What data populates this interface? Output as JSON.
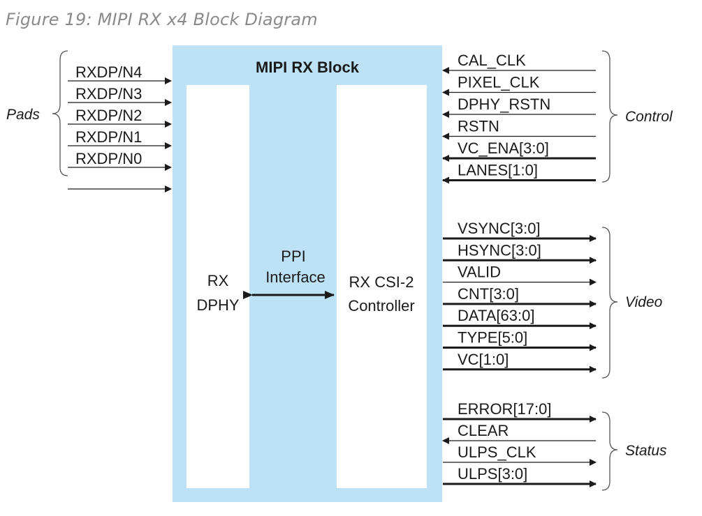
{
  "title": "Figure 19: MIPI RX x4 Block Diagram",
  "block_title": "MIPI RX Block",
  "dphy": {
    "line1": "RX",
    "line2": "DPHY"
  },
  "ppi": {
    "line1": "PPI",
    "line2": "Interface"
  },
  "csi": {
    "line1": "RX CSI-2",
    "line2": "Controller"
  },
  "groups": {
    "pads": "Pads",
    "control": "Control",
    "video": "Video",
    "status": "Status"
  },
  "pads": [
    "RXDP/N4",
    "RXDP/N3",
    "RXDP/N2",
    "RXDP/N1",
    "RXDP/N0"
  ],
  "control": [
    "CAL_CLK",
    "PIXEL_CLK",
    "DPHY_RSTN",
    "RSTN",
    "VC_ENA[3:0]",
    "LANES[1:0]"
  ],
  "video": [
    "VSYNC[3:0]",
    "HSYNC[3:0]",
    "VALID",
    "CNT[3:0]",
    "DATA[63:0]",
    "TYPE[5:0]",
    "VC[1:0]"
  ],
  "status": [
    "ERROR[17:0]",
    "CLEAR",
    "ULPS_CLK",
    "ULPS[3:0]"
  ],
  "colors": {
    "block": "#bde2f6",
    "inner": "#ffffff",
    "line": "#1a1a1a",
    "title": "#8a8a8a"
  }
}
